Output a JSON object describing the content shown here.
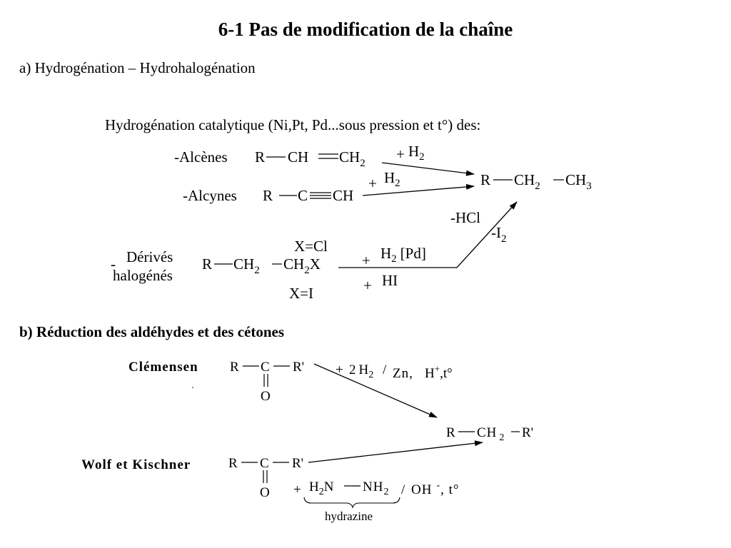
{
  "title": "6-1 Pas de modification de la chaîne",
  "section_a": {
    "heading": "a) Hydrogénation – Hydrohalogénation",
    "intro": "Hydrogénation catalytique (Ni,Pt, Pd...sous pression et t°) des:",
    "alkenes": {
      "label": "-Alcènes",
      "r": "R",
      "ch": "CH",
      "ch2": "CH",
      "sub2": "2",
      "plus": "+",
      "reagent": "H",
      "reagent_sub": "2"
    },
    "alkynes": {
      "label": "-Alcynes",
      "r": "R",
      "c": "C",
      "ch": "CH",
      "plus": "+",
      "reagent": "H",
      "reagent_sub": "2"
    },
    "halides": {
      "dash": "-",
      "label_line1": "Dérivés",
      "label_line2": "halogénés",
      "r": "R",
      "ch2a": "CH",
      "ch2b": "CH",
      "x": "X",
      "sub2": "2",
      "x_cl": "X=Cl",
      "x_i": "X=I",
      "plus1": "+",
      "reagent1": "H",
      "reagent1_sub": "2",
      "reagent1_cat": "[Pd]",
      "plus2": "+",
      "reagent2": "HI",
      "byproduct1": "-HCl",
      "byproduct2": "-I",
      "byproduct2_sub": "2"
    },
    "product": {
      "r": "R",
      "ch2": "CH",
      "ch3": "CH",
      "sub2": "2",
      "sub3": "3"
    }
  },
  "section_b": {
    "heading": "b) Réduction des aldéhydes et des cétones",
    "clemensen": {
      "name": "Clémensen",
      "r": "R",
      "c": "C",
      "rprime": "R'",
      "o": "O",
      "plus": "+",
      "coef": "2",
      "reagent": "H",
      "reagent_sub": "2",
      "slash": "/",
      "zn": "Zn,",
      "h": "H",
      "h_sup": "+",
      "cond": ",t°"
    },
    "wolff_kischner": {
      "name": "Wolf et Kischner",
      "r": "R",
      "c": "C",
      "rprime": "R'",
      "o": "O",
      "plus": "+",
      "h2n": "H",
      "h2n_sub": "2",
      "n": "N",
      "nh": "NH",
      "nh_sub": "2",
      "slash": "/",
      "oh": "OH",
      "oh_sup": "-",
      "cond": ", t°",
      "hydrazine": "hydrazine"
    },
    "product": {
      "r": "R",
      "ch": "CH",
      "sub2": "2",
      "rprime": "R'"
    }
  }
}
